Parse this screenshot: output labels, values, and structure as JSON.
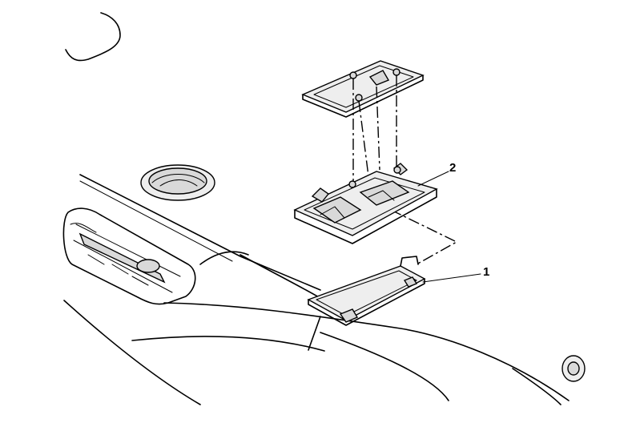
{
  "diagram": {
    "callouts": [
      {
        "id": "lens",
        "label": "1"
      },
      {
        "id": "lamp-housing",
        "label": "2"
      }
    ]
  }
}
